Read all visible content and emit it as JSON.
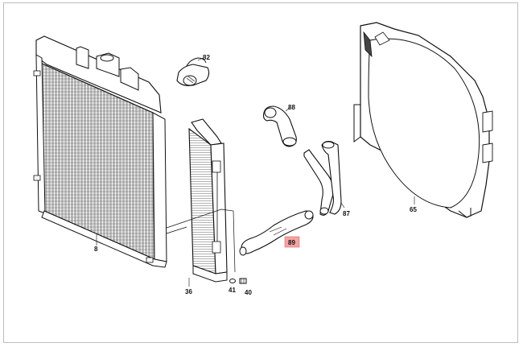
{
  "diagram": {
    "labels": {
      "radiator": "8",
      "cap_hose": "82",
      "upper_hose": "88",
      "lower_hose": "87",
      "fan_shroud": "65",
      "oil_cooler": "36",
      "oil_cooler_hose": "89",
      "washer": "41",
      "plug": "40"
    },
    "highlighted": "89",
    "highlight_color": "#f4a3a3"
  }
}
